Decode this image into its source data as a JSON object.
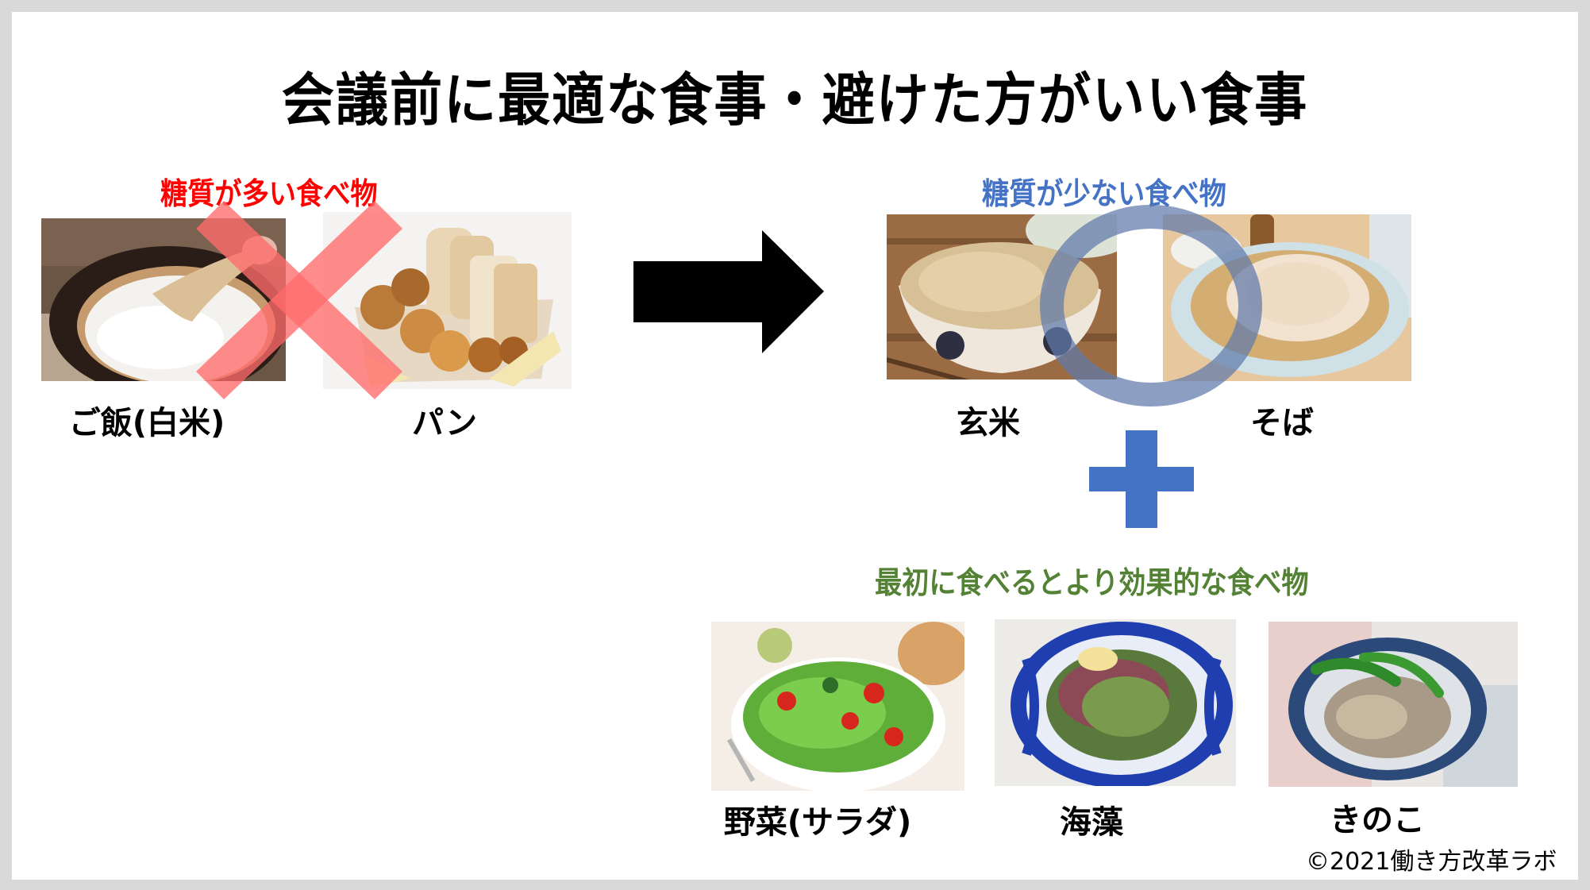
{
  "slide": {
    "title": "会議前に最適な食事・避けた方がいい食事",
    "copyright": "©2021働き方改革ラボ"
  },
  "colors": {
    "frame": "#d9d9d9",
    "bad_label": "#ff0000",
    "good_label": "#4472c4",
    "extra_label": "#548235",
    "cross_mark": "#ff7070",
    "circle_mark": "#5f7aaa",
    "plus": "#4472c4",
    "arrow": "#000000"
  },
  "high_carb": {
    "heading": "糖質が多い食べ物",
    "mark": "cross",
    "foods": [
      {
        "label": "ご飯(白米)",
        "image": "rice-pot-photo"
      },
      {
        "label": "パン",
        "image": "bread-basket-photo"
      }
    ]
  },
  "low_carb": {
    "heading": "糖質が少ない食べ物",
    "mark": "circle",
    "foods": [
      {
        "label": "玄米",
        "image": "brown-rice-bowl-photo"
      },
      {
        "label": "そば",
        "image": "soba-noodles-photo"
      }
    ]
  },
  "eat_first": {
    "heading": "最初に食べるとより効果的な食べ物",
    "foods": [
      {
        "label": "野菜(サラダ)",
        "image": "salad-photo"
      },
      {
        "label": "海藻",
        "image": "seaweed-salad-photo"
      },
      {
        "label": "きのこ",
        "image": "mushroom-dish-photo"
      }
    ]
  }
}
